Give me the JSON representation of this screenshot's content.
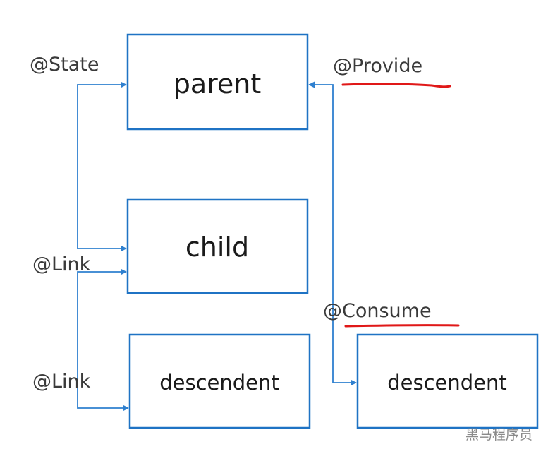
{
  "colors": {
    "box_stroke": "#1f73c4",
    "arrow": "#2f80cf",
    "underline": "#e01818",
    "text": "#1a1a1a"
  },
  "boxes": {
    "parent": "parent",
    "child": "child",
    "descendent_left": "descendent",
    "descendent_right": "descendent"
  },
  "annotations": {
    "state": "@State",
    "provide": "@Provide",
    "link_upper": "@Link",
    "link_lower": "@Link",
    "consume": "@Consume"
  },
  "watermark": "黑马程序员"
}
